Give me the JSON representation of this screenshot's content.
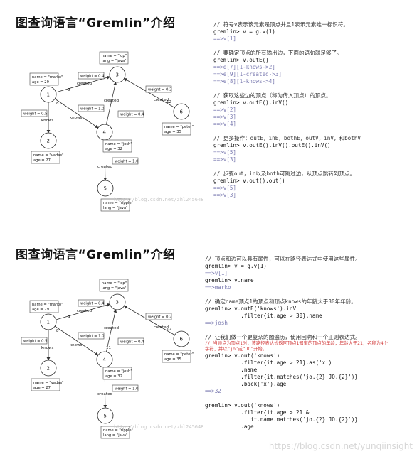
{
  "slides": [
    {
      "title": "图查询语言“Gremlin”介绍",
      "code": [
        {
          "t": "comment",
          "s": "// 符号v表示该元素是顶点并且1表示元素唯一标识符。"
        },
        {
          "t": "cmd",
          "s": "gremlin> v = g.v(1)"
        },
        {
          "t": "result",
          "s": "==>v[1]"
        },
        {
          "t": "gap",
          "s": ""
        },
        {
          "t": "comment",
          "s": "// 要确定顶点的所有输出边，下面的语句就足够了。"
        },
        {
          "t": "cmd",
          "s": "gremlin> v.outE()"
        },
        {
          "t": "result",
          "s": "==>e[7][1-knows->2]"
        },
        {
          "t": "result",
          "s": "==>e[9][1-created->3]"
        },
        {
          "t": "result",
          "s": "==>e[8][1-knows->4]"
        },
        {
          "t": "gap",
          "s": ""
        },
        {
          "t": "comment",
          "s": "// 获取这些边的顶点（称为传入顶点）的顶点。"
        },
        {
          "t": "cmd",
          "s": "gremlin> v.outE().inV()"
        },
        {
          "t": "result",
          "s": "==>v[2]"
        },
        {
          "t": "result",
          "s": "==>v[3]"
        },
        {
          "t": "result",
          "s": "==>v[4]"
        },
        {
          "t": "gap",
          "s": ""
        },
        {
          "t": "comment",
          "s": "// 更多操作：outE，inE，bothE，outV，inV，和bothV"
        },
        {
          "t": "cmd",
          "s": "gremlin> v.outE().inV().outE().inV()"
        },
        {
          "t": "result",
          "s": "==>v[5]"
        },
        {
          "t": "result",
          "s": "==>v[3]"
        },
        {
          "t": "gap",
          "s": ""
        },
        {
          "t": "comment",
          "s": "// 步骤out，in以及both可跳过边，从顶点跳转到顶点。"
        },
        {
          "t": "cmd",
          "s": "gremlin> v.out().out()"
        },
        {
          "t": "result",
          "s": "==>v[5]"
        },
        {
          "t": "result",
          "s": "==>v[3]"
        }
      ]
    },
    {
      "title": "图查询语言“Gremlin”介绍",
      "code": [
        {
          "t": "comment",
          "s": "// 顶点和边可以具有属性，可以在路径表达式中使用这些属性。"
        },
        {
          "t": "cmd",
          "s": "gremlin> v = g.v(1)"
        },
        {
          "t": "result",
          "s": "==>v[1]"
        },
        {
          "t": "cmd",
          "s": "gremlin> v.name"
        },
        {
          "t": "result",
          "s": "==>marko"
        },
        {
          "t": "gap",
          "s": ""
        },
        {
          "t": "comment",
          "s": "// 确定name顶点1的顶点和顶点knows的年龄大于30年年龄。"
        },
        {
          "t": "cmd",
          "s": "gremlin> v.outE('knows').inV"
        },
        {
          "t": "cmd",
          "s": "           .filter{it.age > 30}.name"
        },
        {
          "t": "result",
          "s": "==>josh"
        },
        {
          "t": "gap",
          "s": ""
        },
        {
          "t": "comment",
          "s": "// 让我们做一个更复杂的图遍历，使用回溯和一个正则表达式。"
        },
        {
          "t": "red",
          "s": "// 当顾点为顶点1时，该路径表达式返回顶点1知道的顶点的年龄，年龄大于21，名称为4个"
        },
        {
          "t": "red",
          "s": "字符，并以“jo”或“JO”开始。"
        },
        {
          "t": "cmd",
          "s": "gremlin> v.out('knows')"
        },
        {
          "t": "cmd",
          "s": "           .filter{it.age > 21}.as('x')"
        },
        {
          "t": "cmd",
          "s": "           .name"
        },
        {
          "t": "cmd",
          "s": "           .filter{it.matches('jo.{2}|JO.{2}')}"
        },
        {
          "t": "cmd",
          "s": "           .back('x').age"
        },
        {
          "t": "result",
          "s": "==>32"
        },
        {
          "t": "gap",
          "s": ""
        },
        {
          "t": "cmd",
          "s": "gremlin> v.out('knows')"
        },
        {
          "t": "cmd",
          "s": "           .filter{it.age > 21 &"
        },
        {
          "t": "cmd",
          "s": "              it.name.matches('jo.{2}|JO.{2}')}"
        },
        {
          "t": "cmd",
          "s": "           .age"
        }
      ]
    }
  ],
  "graph": {
    "nodes": [
      {
        "id": "1",
        "props": [
          "name = \"marko\"",
          "age = 29"
        ]
      },
      {
        "id": "2",
        "props": [
          "name = \"vadas\"",
          "age = 27"
        ]
      },
      {
        "id": "3",
        "props": [
          "name = \"lop\"",
          "lang = \"java\""
        ]
      },
      {
        "id": "4",
        "props": [
          "name = \"josh\"",
          "age = 32"
        ]
      },
      {
        "id": "5",
        "props": [
          "name = \"ripple\"",
          "lang = \"java\""
        ]
      },
      {
        "id": "6",
        "props": [
          "name = \"peter\"",
          "age = 35"
        ]
      }
    ],
    "edges": [
      {
        "label": "knows",
        "id": "7",
        "weight": "weight = 0.5"
      },
      {
        "label": "created",
        "id": "9",
        "weight": "weight = 0.4"
      },
      {
        "label": "knows",
        "id": "8",
        "weight": "weight = 1.0"
      },
      {
        "label": "created",
        "id": "11",
        "weight": "weight = 0.4"
      },
      {
        "label": "created",
        "id": "10",
        "weight": "weight = 1.0"
      },
      {
        "label": "created",
        "id": "12",
        "weight": "weight = 0.2"
      }
    ]
  },
  "watermark": "http://blog.csdn.net/zhl245648124",
  "credit": "https://blog.csdn.net/yunqiinsight"
}
